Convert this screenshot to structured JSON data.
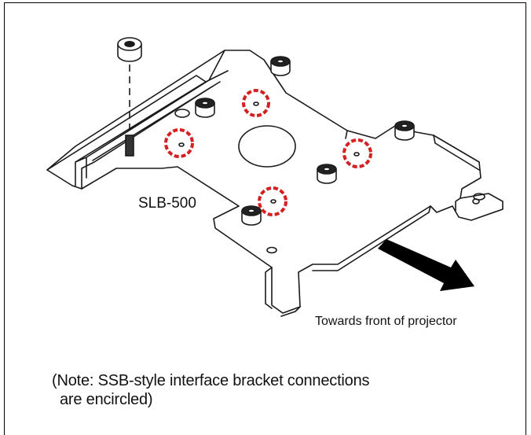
{
  "diagram": {
    "model_label": "SLB-500",
    "direction_label": "Towards front of projector",
    "note_line1": "(Note: SSB-style interface bracket connections",
    "note_line2": "are encircled)",
    "colors": {
      "line": "#1a1a1a",
      "highlight_circle": "#d42020",
      "arrow": "#000000",
      "background": "#ffffff"
    },
    "icons": [
      "standoff-icon",
      "highlight-circle-icon",
      "direction-arrow-icon"
    ]
  }
}
